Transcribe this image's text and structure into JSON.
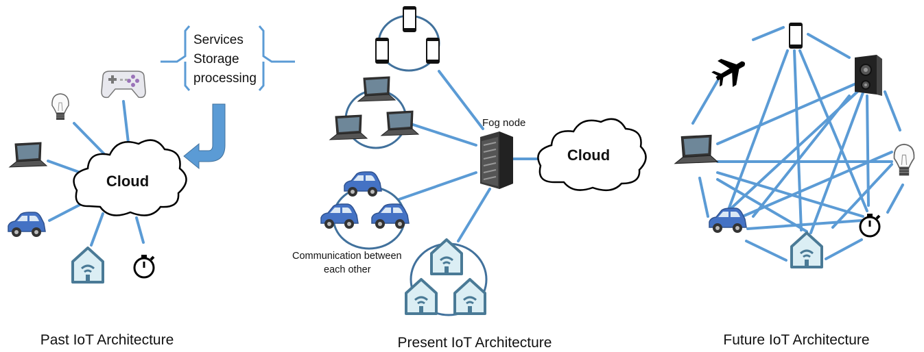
{
  "past": {
    "cloud_label": "Cloud",
    "brace_lines": [
      "Services",
      "Storage",
      "processing"
    ],
    "caption": "Past IoT Architecture",
    "icons": [
      "gamepad-icon",
      "lightbulb-icon",
      "laptop-icon",
      "car-icon",
      "smart-home-icon",
      "stopwatch-icon"
    ]
  },
  "present": {
    "fog_label": "Fog node",
    "cloud_label": "Cloud",
    "comm_line1": "Communication between",
    "comm_line2": "each other",
    "caption": "Present IoT Architecture",
    "icons": [
      "phone-icon",
      "laptop-icon",
      "car-icon",
      "smart-home-icon",
      "server-rack-icon"
    ]
  },
  "future": {
    "caption": "Future IoT Architecture",
    "icons": [
      "phone-icon",
      "airplane-icon",
      "speaker-icon",
      "laptop-icon",
      "lightbulb-icon",
      "car-icon",
      "stopwatch-icon",
      "smart-home-icon"
    ]
  },
  "colors": {
    "link": "#5b9bd5",
    "ring": "#41719c",
    "car": "#4472c4",
    "house": "#4a7a96",
    "house_fill": "#dbeef4"
  }
}
